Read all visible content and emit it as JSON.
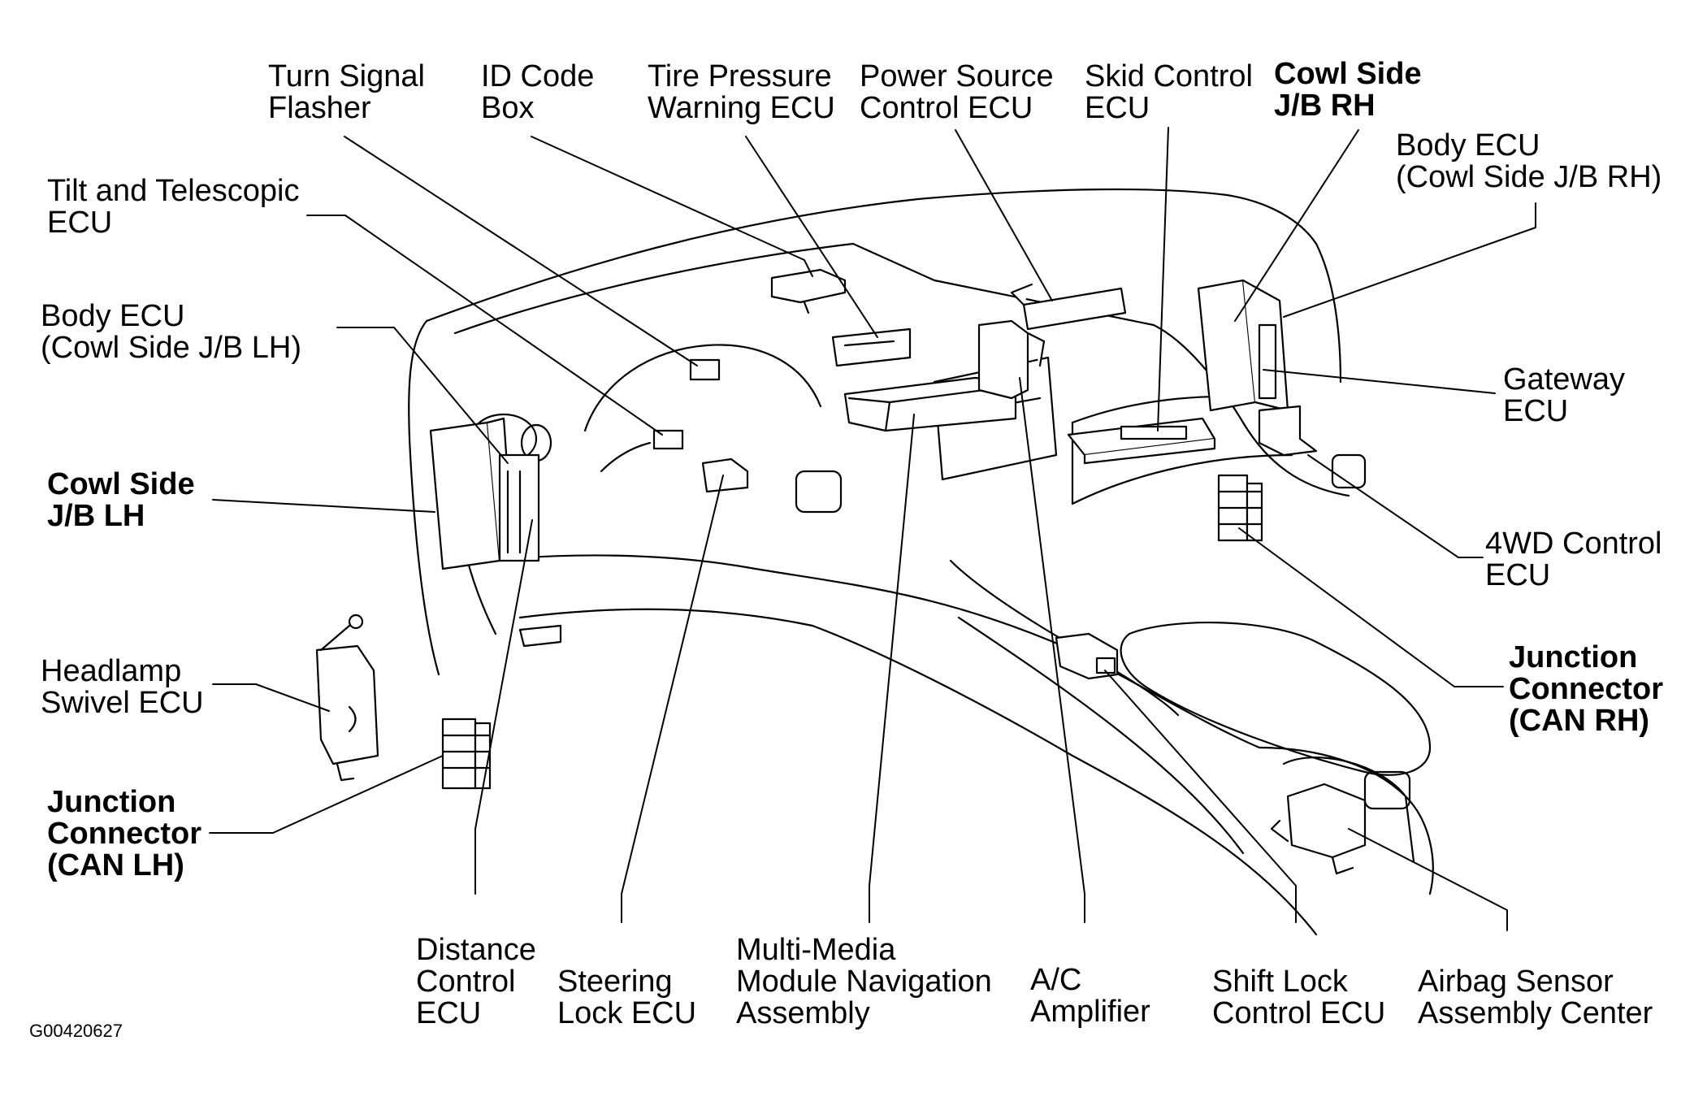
{
  "figure_id": "G00420627",
  "labels": {
    "turn_signal_flasher": "Turn Signal\nFlasher",
    "id_code_box": "ID Code\nBox",
    "tire_pressure_warning_ecu": "Tire Pressure\nWarning ECU",
    "power_source_control_ecu": "Power Source\nControl ECU",
    "skid_control_ecu": "Skid Control\nECU",
    "cowl_side_jb_rh": "Cowl Side\nJ/B RH",
    "body_ecu_rh": "Body ECU\n(Cowl Side J/B RH)",
    "tilt_telescopic_ecu": "Tilt and Telescopic\nECU",
    "body_ecu_lh": "Body ECU\n(Cowl Side J/B LH)",
    "gateway_ecu": "Gateway\nECU",
    "cowl_side_jb_lh": "Cowl Side\nJ/B LH",
    "fwd_control_ecu": "4WD Control\nECU",
    "junction_connector_can_rh": "Junction\nConnector\n(CAN RH)",
    "headlamp_swivel_ecu": "Headlamp\nSwivel ECU",
    "junction_connector_can_lh": "Junction\nConnector\n(CAN LH)",
    "distance_control_ecu": "Distance\nControl\nECU",
    "steering_lock_ecu": "Steering\nLock ECU",
    "multimedia_nav": "Multi-Media\nModule Navigation\nAssembly",
    "ac_amplifier": "A/C\nAmplifier",
    "shift_lock_ecu": "Shift Lock\nControl ECU",
    "airbag_sensor": "Airbag Sensor\nAssembly Center"
  }
}
